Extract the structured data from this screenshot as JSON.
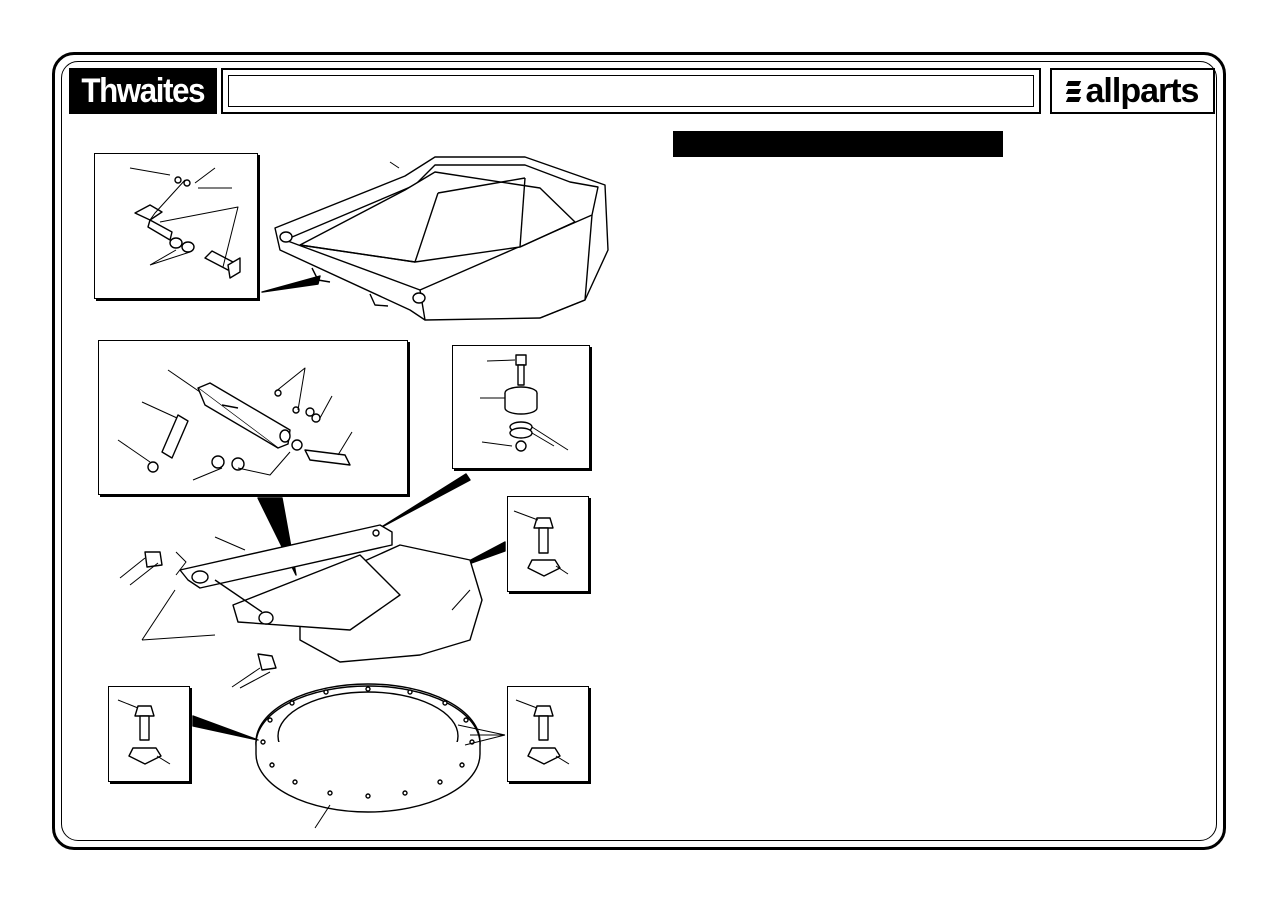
{
  "header": {
    "brand_left": "Thwaites",
    "title": "",
    "brand_right": "allparts"
  },
  "section_heading": "",
  "illustrations": [
    {
      "name": "skip-body",
      "icon": "skip-bucket-drawing"
    },
    {
      "name": "pivot-pin-detail",
      "icon": "pivot-pin-drawing"
    },
    {
      "name": "linkage-detail",
      "icon": "linkage-arm-drawing"
    },
    {
      "name": "rubber-mount-detail",
      "icon": "rubber-buffer-drawing"
    },
    {
      "name": "bolt-detail-right",
      "icon": "flange-bolt-drawing"
    },
    {
      "name": "swivel-frame",
      "icon": "swivel-frame-drawing"
    },
    {
      "name": "bolt-detail-lower-left",
      "icon": "flange-bolt-drawing"
    },
    {
      "name": "bolt-detail-lower-right",
      "icon": "flange-bolt-drawing"
    },
    {
      "name": "slew-ring",
      "icon": "slew-ring-drawing"
    }
  ],
  "colors": {
    "ink": "#000000",
    "paper": "#ffffff"
  }
}
